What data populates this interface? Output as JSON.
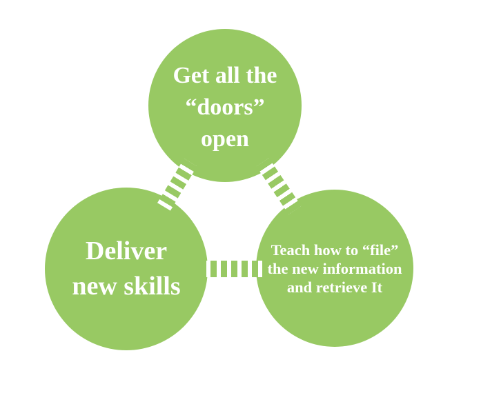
{
  "background_color": "#FFFFFF",
  "accent_color": "#98C963",
  "text_color": "#FFFFFF",
  "diagram": {
    "type": "cycle-diagram",
    "nodes": [
      {
        "id": "get-doors-open",
        "lines": [
          "Get all the",
          "“doors”",
          "open"
        ]
      },
      {
        "id": "deliver-new-skills",
        "lines": [
          "Deliver",
          "new skills"
        ]
      },
      {
        "id": "teach-how-to-file",
        "lines": [
          "Teach how to “file”",
          "the new information",
          "and retrieve It"
        ]
      }
    ],
    "connectors": [
      {
        "from": "get-doors-open",
        "to": "deliver-new-skills",
        "style": "striped-ladder"
      },
      {
        "from": "get-doors-open",
        "to": "teach-how-to-file",
        "style": "striped-ladder"
      },
      {
        "from": "deliver-new-skills",
        "to": "teach-how-to-file",
        "style": "striped-ladder"
      }
    ]
  }
}
